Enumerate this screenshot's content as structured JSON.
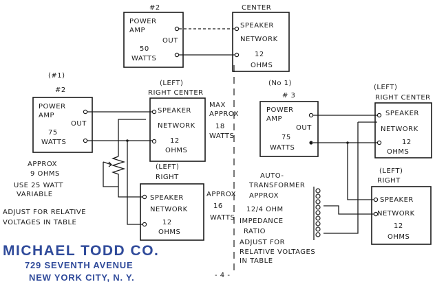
{
  "amp2": {
    "number": "#2",
    "line1": "POWER",
    "line2": "AMP",
    "out": "OUT",
    "watts": "50",
    "watts_unit": "WATTS"
  },
  "center": {
    "title": "CENTER",
    "line1": "SPEAKER",
    "line2": "NETWORK",
    "ohms": "12",
    "ohms_unit": "OHMS"
  },
  "amp1": {
    "number_top": "(#1)",
    "number": "#2",
    "line1": "POWER",
    "line2": "AMP",
    "out": "OUT",
    "watts": "75",
    "watts_unit": "WATTS"
  },
  "right_center": {
    "qualifier": "(LEFT)",
    "title": "RIGHT CENTER",
    "line1": "SPEAKER",
    "line2": "NETWORK",
    "ohms": "12",
    "ohms_unit": "OHMS",
    "max1": "MAX",
    "max2": "APPROX",
    "max3": "18",
    "max4": "WATTS"
  },
  "pot_note": {
    "l1": "APPROX",
    "l2": "9 OHMS",
    "l3": "USE 25 WATT",
    "l4": "VARIABLE"
  },
  "adjust_left": {
    "l1": "ADJUST FOR RELATIVE",
    "l2": "VOLTAGES IN TABLE"
  },
  "right_lower": {
    "qualifier": "(LEFT)",
    "title": "RIGHT",
    "line1": "SPEAKER",
    "line2": "NETWORK",
    "ohms": "12",
    "ohms_unit": "OHMS",
    "approx1": "APPROX",
    "approx2": "16",
    "approx3": "WATTS"
  },
  "amp3": {
    "number_top": "(No 1)",
    "number": "# 3",
    "line1": "POWER",
    "line2": "AMP",
    "out": "OUT",
    "watts": "75",
    "watts_unit": "WATTS"
  },
  "right_center2": {
    "qualifier": "(LEFT)",
    "title": "RIGHT CENTER",
    "line1": "SPEAKER",
    "line2": "NETWORK",
    "ohms": "12",
    "ohms_unit": "OHMS"
  },
  "right2": {
    "qualifier": "(LEFT)",
    "title": "RIGHT",
    "line1": "SPEAKER",
    "line2": "NETWORK",
    "ohms": "12",
    "ohms_unit": "OHMS"
  },
  "auto_note": {
    "l1": "AUTO-",
    "l2": "TRANSFORMER",
    "l3": "APPROX",
    "l4": "12/4 OHM",
    "l5": "IMPEDANCE",
    "l6": "RATIO",
    "l7": "ADJUST FOR",
    "l8": "RELATIVE VOLTAGES",
    "l9": "IN TABLE"
  },
  "company": {
    "name": "MICHAEL TODD CO.",
    "street": "729 SEVENTH AVENUE",
    "city": "NEW YORK CITY, N. Y."
  },
  "page_number": "- 4 -"
}
